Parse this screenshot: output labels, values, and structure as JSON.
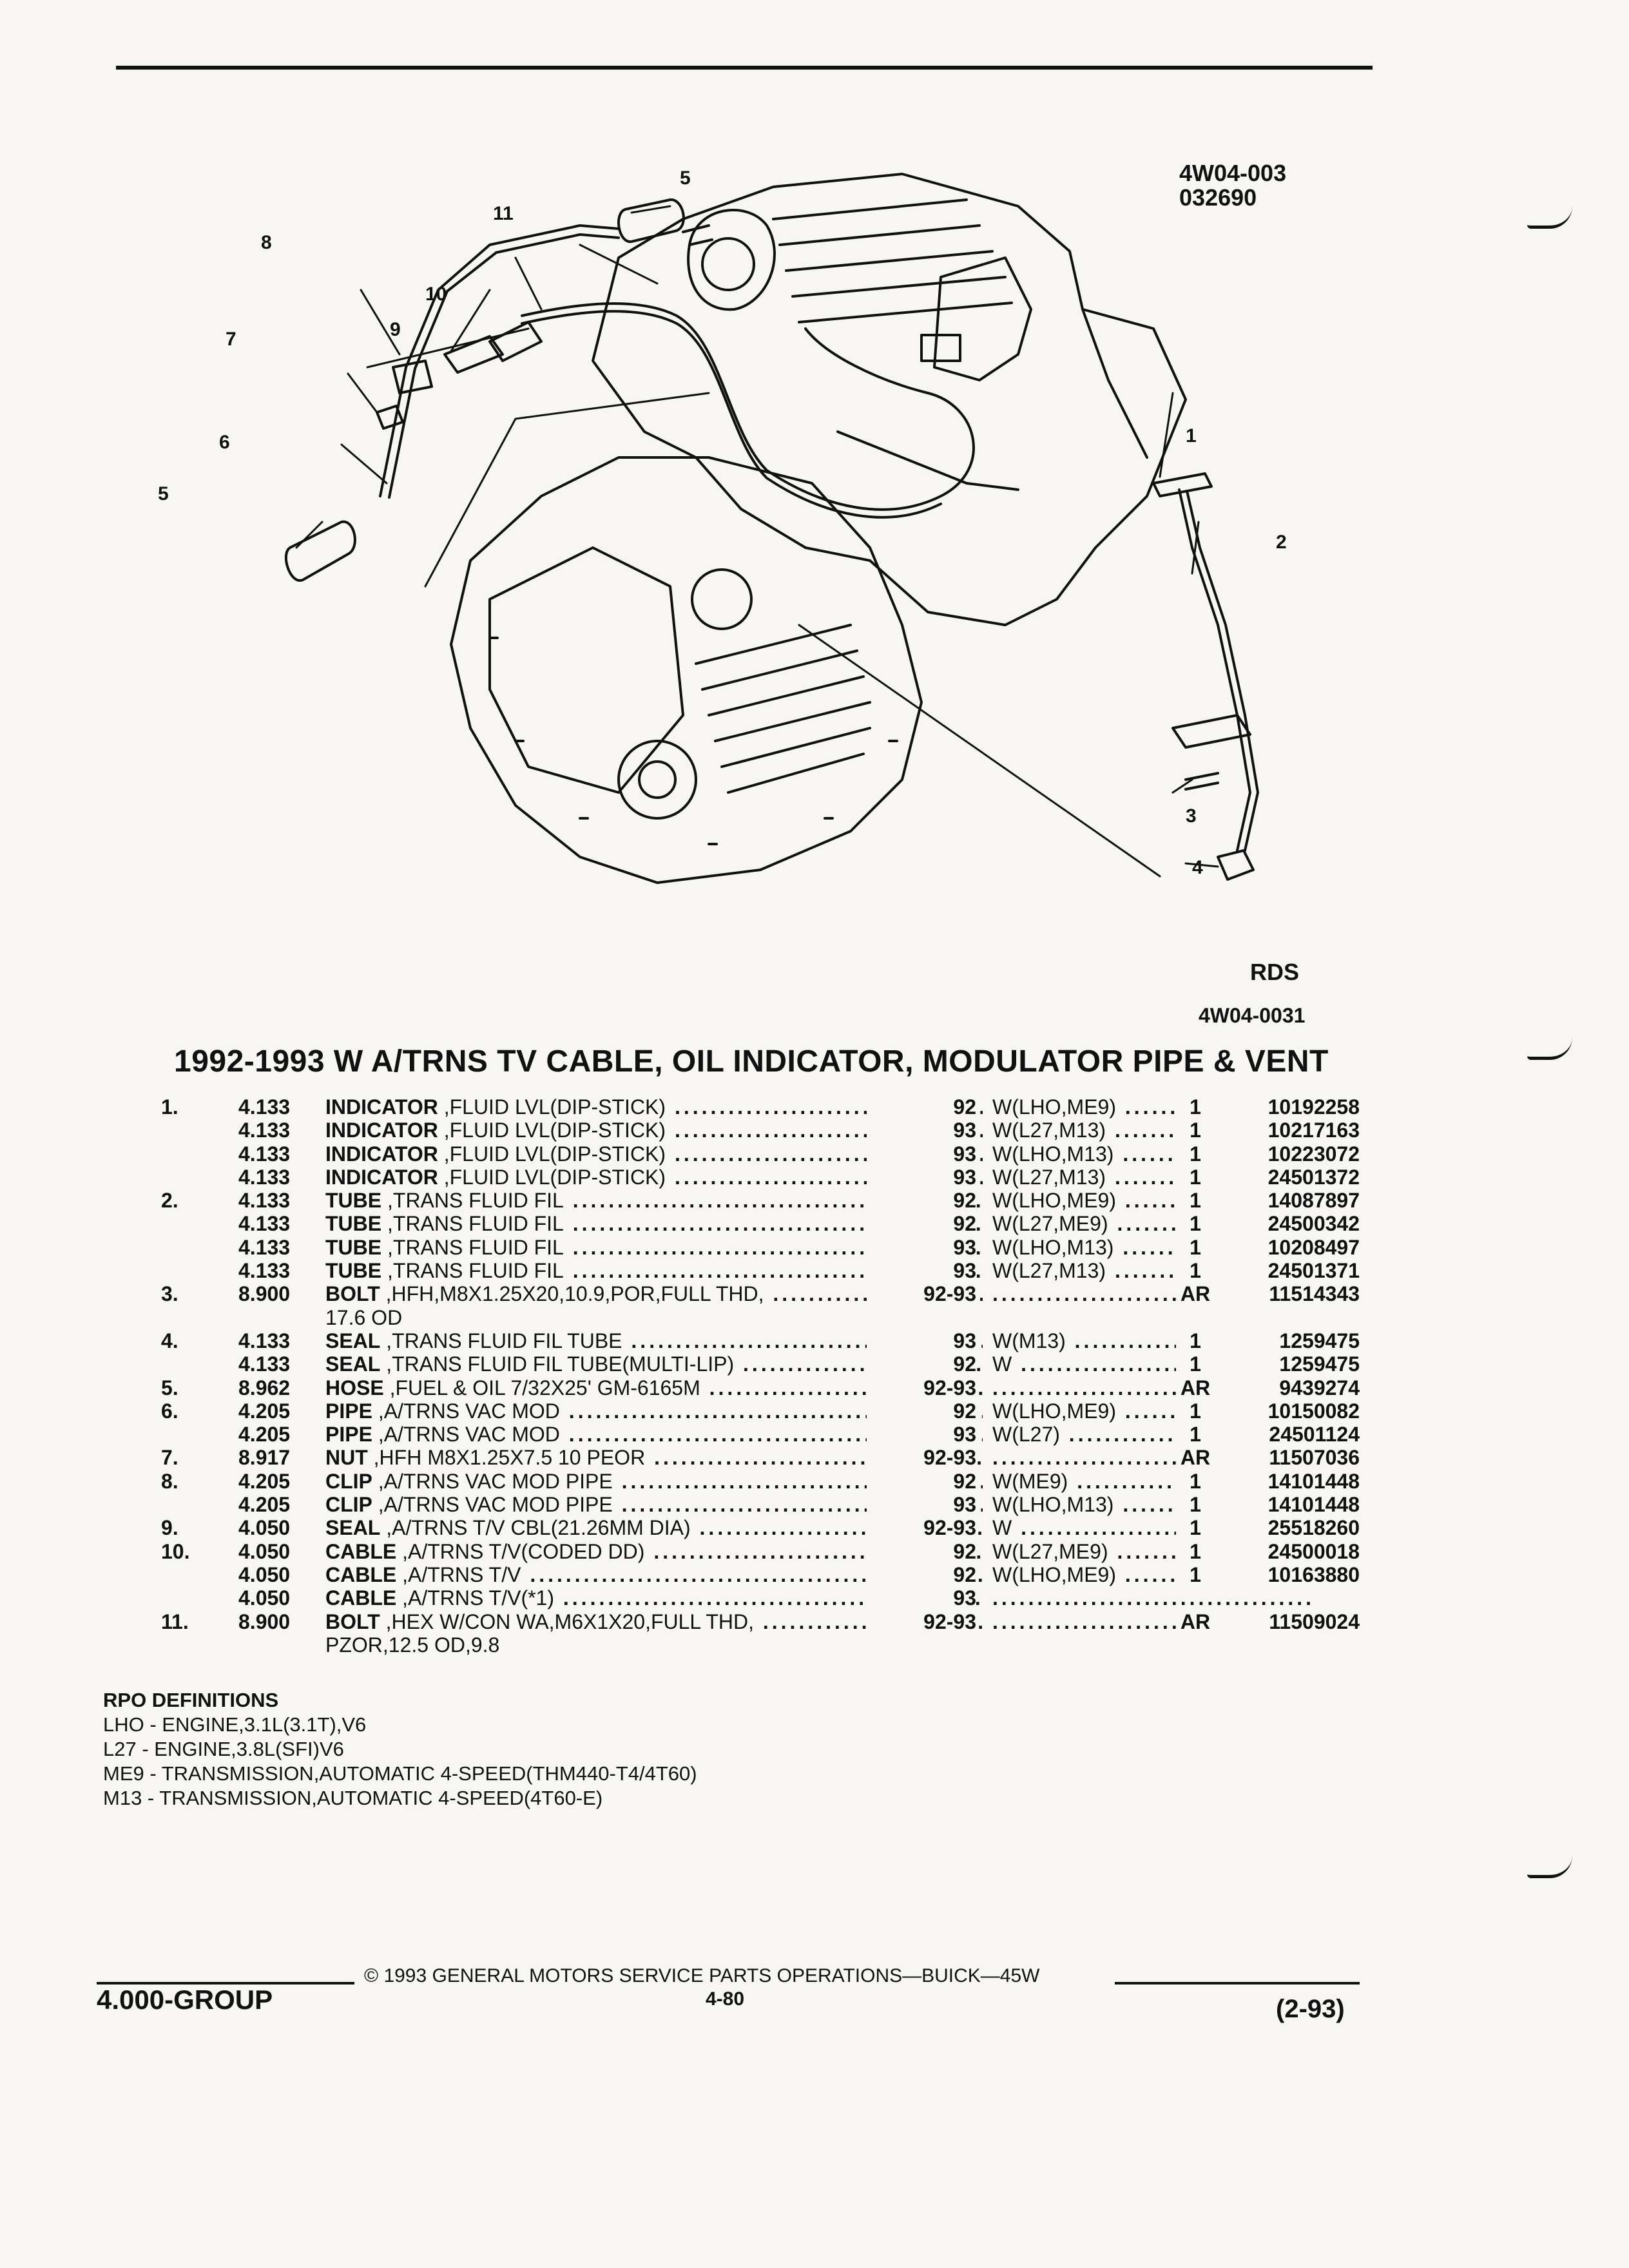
{
  "figure": {
    "code_line1": "4W04-003",
    "code_line2": "032690",
    "rds": "RDS",
    "ref": "4W04-0031",
    "callouts": [
      "1",
      "2",
      "3",
      "4",
      "5",
      "5",
      "6",
      "7",
      "8",
      "9",
      "10",
      "11"
    ]
  },
  "title": "1992-1993 W A/TRNS TV CABLE, OIL INDICATOR, MODULATOR PIPE & VENT",
  "parts": [
    {
      "item": "1.",
      "code": "4.133",
      "name": "INDICATOR",
      "detail": ",FLUID LVL(DIP-STICK)",
      "year": "92",
      "app": "W(LHO,ME9)",
      "qty": "1",
      "part": "10192258"
    },
    {
      "item": "",
      "code": "4.133",
      "name": "INDICATOR",
      "detail": ",FLUID LVL(DIP-STICK)",
      "year": "93",
      "app": "W(L27,M13)",
      "qty": "1",
      "part": "10217163"
    },
    {
      "item": "",
      "code": "4.133",
      "name": "INDICATOR",
      "detail": ",FLUID LVL(DIP-STICK)",
      "year": "93",
      "app": "W(LHO,M13)",
      "qty": "1",
      "part": "10223072"
    },
    {
      "item": "",
      "code": "4.133",
      "name": "INDICATOR",
      "detail": ",FLUID LVL(DIP-STICK)",
      "year": "93",
      "app": "W(L27,M13)",
      "qty": "1",
      "part": "24501372"
    },
    {
      "item": "2.",
      "code": "4.133",
      "name": "TUBE",
      "detail": ",TRANS FLUID FIL",
      "year": "92",
      "app": "W(LHO,ME9)",
      "qty": "1",
      "part": "14087897"
    },
    {
      "item": "",
      "code": "4.133",
      "name": "TUBE",
      "detail": ",TRANS FLUID FIL",
      "year": "92",
      "app": "W(L27,ME9)",
      "qty": "1",
      "part": "24500342"
    },
    {
      "item": "",
      "code": "4.133",
      "name": "TUBE",
      "detail": ",TRANS FLUID FIL",
      "year": "93",
      "app": "W(LHO,M13)",
      "qty": "1",
      "part": "10208497"
    },
    {
      "item": "",
      "code": "4.133",
      "name": "TUBE",
      "detail": ",TRANS FLUID FIL",
      "year": "93",
      "app": "W(L27,M13)",
      "qty": "1",
      "part": "24501371"
    },
    {
      "item": "3.",
      "code": "8.900",
      "name": "BOLT",
      "detail": ",HFH,M8X1.25X20,10.9,POR,FULL THD,",
      "year": "92-93",
      "app": "",
      "qty": "AR",
      "part": "11514343"
    },
    {
      "item": "",
      "code": "",
      "name": "",
      "detail": "17.6 OD",
      "year": "",
      "app": "",
      "qty": "",
      "part": ""
    },
    {
      "item": "4.",
      "code": "4.133",
      "name": "SEAL",
      "detail": ",TRANS FLUID FIL TUBE",
      "year": "93",
      "app": "W(M13)",
      "qty": "1",
      "part": "1259475"
    },
    {
      "item": "",
      "code": "4.133",
      "name": "SEAL",
      "detail": ",TRANS FLUID FIL TUBE(MULTI-LIP)",
      "year": "92",
      "app": "W",
      "qty": "1",
      "part": "1259475"
    },
    {
      "item": "5.",
      "code": "8.962",
      "name": "HOSE",
      "detail": ",FUEL & OIL 7/32X25' GM-6165M",
      "year": "92-93",
      "app": "",
      "qty": "AR",
      "part": "9439274"
    },
    {
      "item": "6.",
      "code": "4.205",
      "name": "PIPE",
      "detail": ",A/TRNS VAC MOD",
      "year": "92",
      "app": "W(LHO,ME9)",
      "qty": "1",
      "part": "10150082"
    },
    {
      "item": "",
      "code": "4.205",
      "name": "PIPE",
      "detail": ",A/TRNS VAC MOD",
      "year": "93",
      "app": "W(L27)",
      "qty": "1",
      "part": "24501124"
    },
    {
      "item": "7.",
      "code": "8.917",
      "name": "NUT",
      "detail": ",HFH M8X1.25X7.5 10 PEOR",
      "year": "92-93",
      "app": "",
      "qty": "AR",
      "part": "11507036"
    },
    {
      "item": "8.",
      "code": "4.205",
      "name": "CLIP",
      "detail": ",A/TRNS VAC MOD PIPE",
      "year": "92",
      "app": "W(ME9)",
      "qty": "1",
      "part": "14101448"
    },
    {
      "item": "",
      "code": "4.205",
      "name": "CLIP",
      "detail": ",A/TRNS VAC MOD PIPE",
      "year": "93",
      "app": "W(LHO,M13)",
      "qty": "1",
      "part": "14101448"
    },
    {
      "item": "9.",
      "code": "4.050",
      "name": "SEAL",
      "detail": ",A/TRNS T/V CBL(21.26MM DIA)",
      "year": "92-93",
      "app": "W",
      "qty": "1",
      "part": "25518260"
    },
    {
      "item": "10.",
      "code": "4.050",
      "name": "CABLE",
      "detail": ",A/TRNS T/V(CODED DD)",
      "year": "92",
      "app": "W(L27,ME9)",
      "qty": "1",
      "part": "24500018"
    },
    {
      "item": "",
      "code": "4.050",
      "name": "CABLE",
      "detail": ",A/TRNS T/V",
      "year": "92",
      "app": "W(LHO,ME9)",
      "qty": "1",
      "part": "10163880"
    },
    {
      "item": "",
      "code": "4.050",
      "name": "CABLE",
      "detail": ",A/TRNS T/V(*1)",
      "year": "93",
      "app": "",
      "qty": "",
      "part": ""
    },
    {
      "item": "11.",
      "code": "8.900",
      "name": "BOLT",
      "detail": ",HEX W/CON WA,M6X1X20,FULL THD,",
      "year": "92-93",
      "app": "",
      "qty": "AR",
      "part": "11509024"
    },
    {
      "item": "",
      "code": "",
      "name": "",
      "detail": "PZOR,12.5 OD,9.8",
      "year": "",
      "app": "",
      "qty": "",
      "part": ""
    }
  ],
  "rpo": {
    "header": "RPO DEFINITIONS",
    "items": [
      "LHO - ENGINE,3.1L(3.1T),V6",
      "L27 - ENGINE,3.8L(SFI)V6",
      "ME9 - TRANSMISSION,AUTOMATIC 4-SPEED(THM440-T4/4T60)",
      "M13 - TRANSMISSION,AUTOMATIC 4-SPEED(4T60-E)"
    ]
  },
  "footer": {
    "copyright": "© 1993 GENERAL MOTORS SERVICE PARTS OPERATIONS—BUICK—45W",
    "group": "4.000-GROUP",
    "page": "4-80",
    "revision": "(2-93)"
  }
}
